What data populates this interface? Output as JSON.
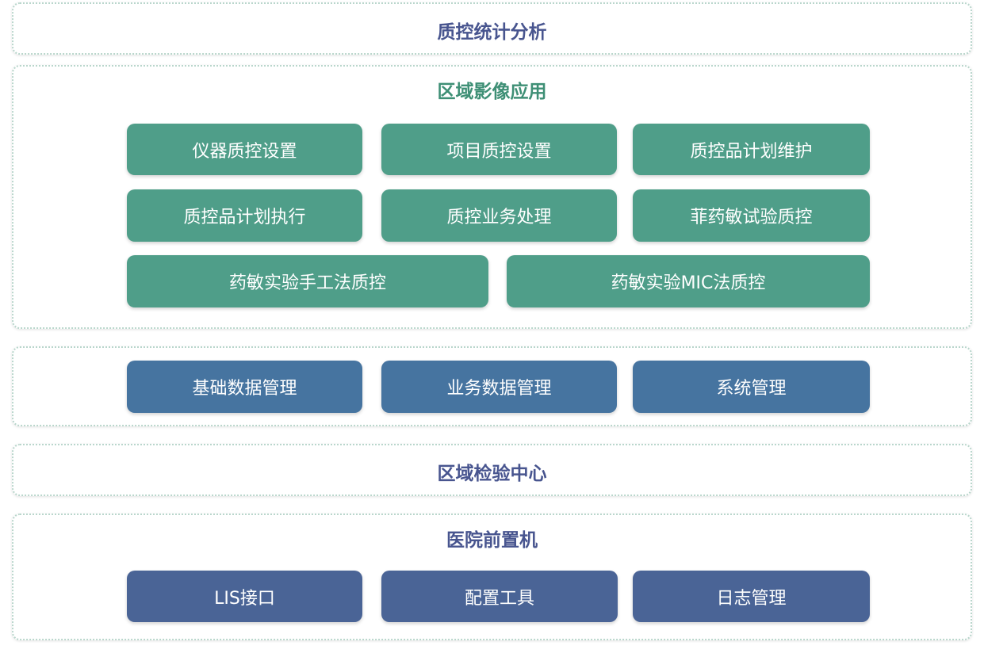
{
  "colors": {
    "title_indigo": "#48558f",
    "title_green": "#3e8f75",
    "module_green": "#4f9e89",
    "module_blue": "#4674a0",
    "module_navy": "#4a6496",
    "panel_border": "#b9d6cc"
  },
  "layers": {
    "qc_stats": {
      "title": "质控统计分析"
    },
    "regional_imaging": {
      "title": "区域影像应用",
      "modules": [
        "仪器质控设置",
        "项目质控设置",
        "质控品计划维护",
        "质控品计划执行",
        "质控业务处理",
        "菲药敏试验质控",
        "药敏实验手工法质控",
        "药敏实验MIC法质控"
      ]
    },
    "data_management": {
      "modules": [
        "基础数据管理",
        "业务数据管理",
        "系统管理"
      ]
    },
    "regional_lab_center": {
      "title": "区域检验中心"
    },
    "hospital_front": {
      "title": "医院前置机",
      "modules": [
        "LIS接口",
        "配置工具",
        "日志管理"
      ]
    }
  }
}
